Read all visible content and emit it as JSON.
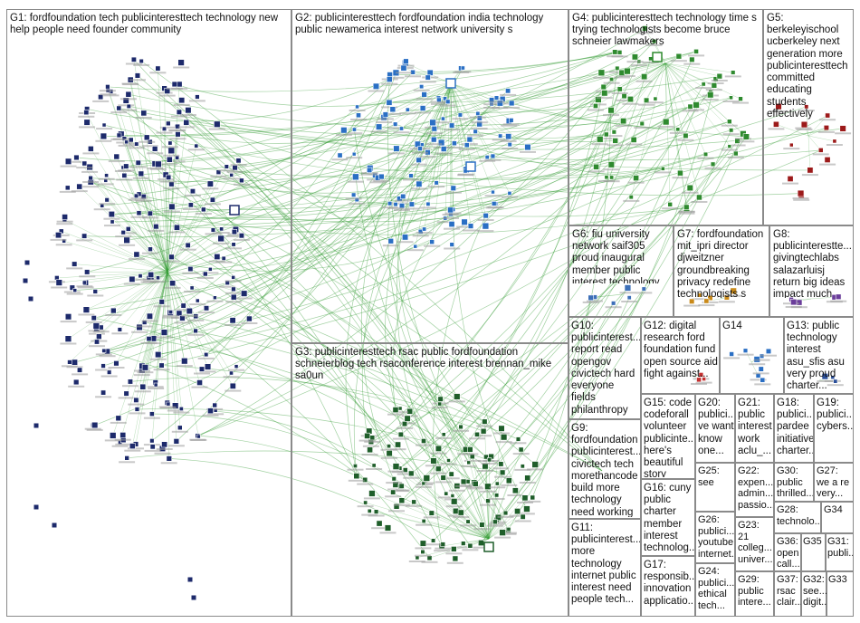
{
  "groups": [
    {
      "id": "G1",
      "text": "G1: fordfoundation tech publicinteresttech technology new help people need founder community",
      "color": "#1d2a6b"
    },
    {
      "id": "G2",
      "text": "G2: publicinteresttech fordfoundation india technology public newamerica interest network university s",
      "color": "#2a6fc4"
    },
    {
      "id": "G3",
      "text": "G3: publicinteresttech rsac public fordfoundation schneierblog tech rsaconference interest brennan_mike sa0un",
      "color": "#1f5e2a"
    },
    {
      "id": "G4",
      "text": "G4: publicinteresttech technology time s trying technologists become bruce schneier lawmakers",
      "color": "#2f8a2f"
    },
    {
      "id": "G5",
      "text": "G5: berkeleyischool ucberkeley next generation more publicinteresttech committed educating students effectively",
      "color": "#9c1a1a"
    },
    {
      "id": "G6",
      "text": "G6: fiu university network saif305 proud inaugural member public interest technology",
      "color": "#3c6fb8"
    },
    {
      "id": "G7",
      "text": "G7: fordfoundation mit_ipri director djweitzner groundbreaking privacy redefine technologists s class",
      "color": "#c98a1a"
    },
    {
      "id": "G8",
      "text": "G8: publicinterestte... givingtechlabs salazarluisj return big ideas impact much child abuse",
      "color": "#6a3d9a"
    },
    {
      "id": "G9",
      "text": "G9: fordfoundation publicinterest... civictech tech morethancode build more technology need working",
      "color": "#2a8fa8"
    },
    {
      "id": "G10",
      "text": "G10: publicinterest... report read opengov civictech hard everyone fields philanthropy sarahschacht",
      "color": "#3c8a3c"
    },
    {
      "id": "G11",
      "text": "G11: publicinterest... more technology internet public interest need people tech...",
      "color": "#2a5fa8"
    },
    {
      "id": "G12",
      "text": "G12: digital research ford foundation fund open source aid fight against...",
      "color": "#c43030"
    },
    {
      "id": "G13",
      "text": "G13: public technology interest asu_sfis asu very proud charter...",
      "color": "#2a4f9a"
    },
    {
      "id": "G14",
      "text": "G14",
      "color": "#2a6fc4"
    },
    {
      "id": "G15",
      "text": "G15: code codeforall volunteer publicinte... here's beautiful story one...",
      "color": "#2f8a2f"
    },
    {
      "id": "G16",
      "text": "G16: cuny public charter member interest technolog...",
      "color": "#8a6a2a"
    },
    {
      "id": "G17",
      "text": "G17: responsib... innovation applicatio...",
      "color": "#5a5a5a"
    },
    {
      "id": "G18",
      "text": "G18: publici... pardee initiative charter...",
      "color": "#a03a8a"
    },
    {
      "id": "G19",
      "text": "G19: publici... cybers...",
      "color": "#3a3a9a"
    },
    {
      "id": "G20",
      "text": "G20: publici... ve want know one...",
      "color": "#2a6fc4"
    },
    {
      "id": "G21",
      "text": "G21: public interest work aclu_...",
      "color": "#9a2a2a"
    },
    {
      "id": "G22",
      "text": "G22: expen... admin... passio...",
      "color": "#3a7a5a"
    },
    {
      "id": "G23",
      "text": "G23: 21 colleg... univer...",
      "color": "#5a3a9a"
    },
    {
      "id": "G24",
      "text": "G24: publici... ethical tech...",
      "color": "#2a6a9a"
    },
    {
      "id": "G25",
      "text": "G25: see",
      "color": "#6a6a2a"
    },
    {
      "id": "G26",
      "text": "G26: publici... youtube internet...",
      "color": "#2a6fc4"
    },
    {
      "id": "G27",
      "text": "G27: we&#8203;a re very...",
      "color": "#9a3a3a"
    },
    {
      "id": "G28",
      "text": "G28: technolo...",
      "color": "#6a3d9a"
    },
    {
      "id": "G29",
      "text": "G29: public intere...",
      "color": "#3a7a3a"
    },
    {
      "id": "G30",
      "text": "G30: public thrilled...",
      "color": "#2a4f9a"
    },
    {
      "id": "G31",
      "text": "G31: publi...",
      "color": "#a06a2a"
    },
    {
      "id": "G32",
      "text": "G32: see... digit...",
      "color": "#3a6a8a"
    },
    {
      "id": "G33",
      "text": "G33",
      "color": "#9a2a6a"
    },
    {
      "id": "G34",
      "text": "G34",
      "color": "#2a6fc4"
    },
    {
      "id": "G35",
      "text": "G35",
      "color": "#5a8a2a"
    },
    {
      "id": "G36",
      "text": "G36: open call...",
      "color": "#2a6a6a"
    },
    {
      "id": "G37",
      "text": "G37: rsac clair...",
      "color": "#6a2a2a"
    }
  ],
  "colors": {
    "edge": "#2f9a2f",
    "border": "#8a8a8a",
    "background": "#ffffff"
  }
}
